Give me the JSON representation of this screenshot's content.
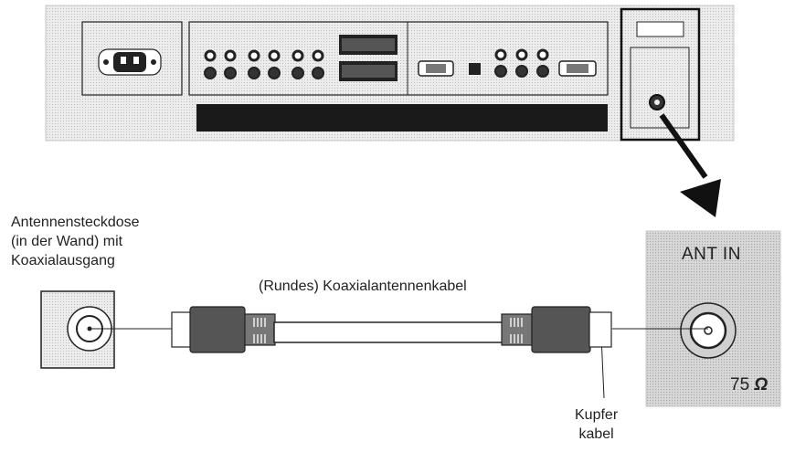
{
  "wall_socket": {
    "lines": [
      "Antennensteckdose",
      "(in der Wand) mit",
      "Koaxialausgang"
    ]
  },
  "cable": {
    "label": "(Rundes) Koaxialantennenkabel"
  },
  "copper": {
    "lines": [
      "Kupfer",
      "kabel"
    ]
  },
  "ant_panel": {
    "title": "ANT IN",
    "impedance_value": "75",
    "impedance_unit": "Ω"
  },
  "colors": {
    "line": "#222222",
    "panel_fill": "#dcdcdc",
    "connector_dark": "#555555"
  }
}
